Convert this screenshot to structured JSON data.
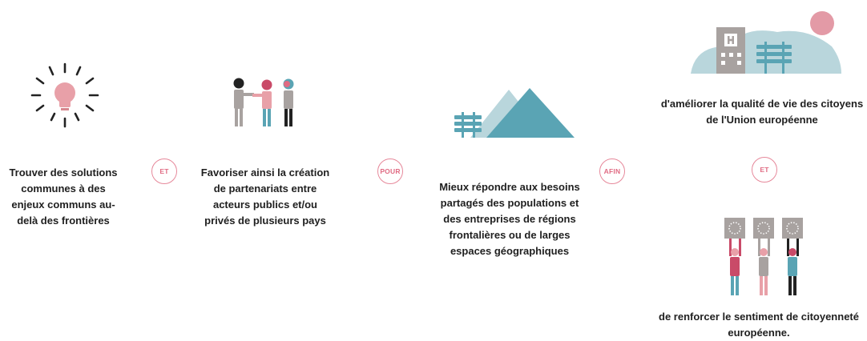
{
  "steps": [
    {
      "text": "Trouver des solutions communes à des enjeux communs au-delà des frontières",
      "icon": "lightbulb-icon"
    },
    {
      "text": "Favoriser ainsi la création de partenariats entre acteurs publics et/ou privés de plusieurs pays",
      "icon": "handshake-people-icon"
    },
    {
      "text": "Mieux répondre aux besoins partagés des populations et des entreprises de régions frontalières ou de larges espaces géographiques",
      "icon": "mountains-signpost-icon"
    },
    {
      "text": "d'améliorer la qualité de vie des citoyens de l'Union européenne",
      "icon": "hospital-city-icon"
    },
    {
      "text": "de renforcer le sentiment de citoyenneté européenne.",
      "icon": "eu-citizens-flags-icon"
    }
  ],
  "connectors": [
    "ET",
    "POUR",
    "AFIN",
    "ET"
  ],
  "colors": {
    "accent_pink": "#e6889a",
    "bulb_pink": "#e8a0a8",
    "teal_dark": "#5aa4b4",
    "teal_light": "#b9d6dc",
    "grey": "#a8a2a0",
    "crimson": "#c94a68",
    "text": "#1f1f1f"
  }
}
